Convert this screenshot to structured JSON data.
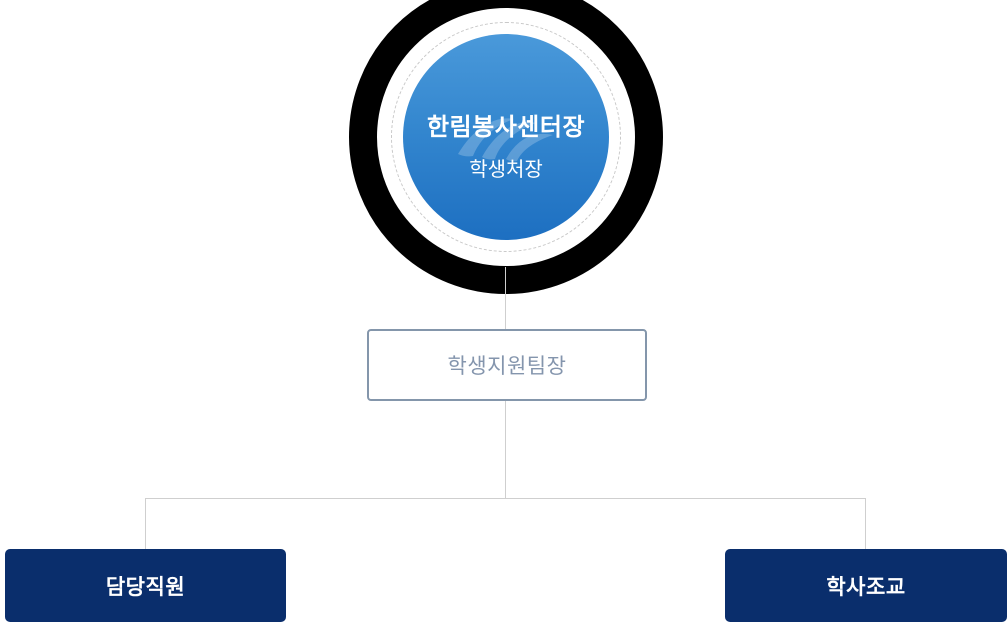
{
  "org": {
    "root": {
      "title": "한림봉사센터장",
      "subtitle": "학생처장"
    },
    "middle": {
      "label": "학생지원팀장"
    },
    "children": [
      {
        "label": "담당직원"
      },
      {
        "label": "학사조교"
      }
    ]
  },
  "colors": {
    "root_circle_gradient_top": "#4a99da",
    "root_circle_gradient_bottom": "#1d6fc1",
    "root_outer_ring": "#000000",
    "dashed_ring": "#c9c9c9",
    "middle_box_border": "#8496ab",
    "middle_box_text": "#8495ad",
    "leaf_box_background": "#0a2e6c",
    "leaf_box_text": "#ffffff",
    "connector_line": "#cfcfcf"
  }
}
